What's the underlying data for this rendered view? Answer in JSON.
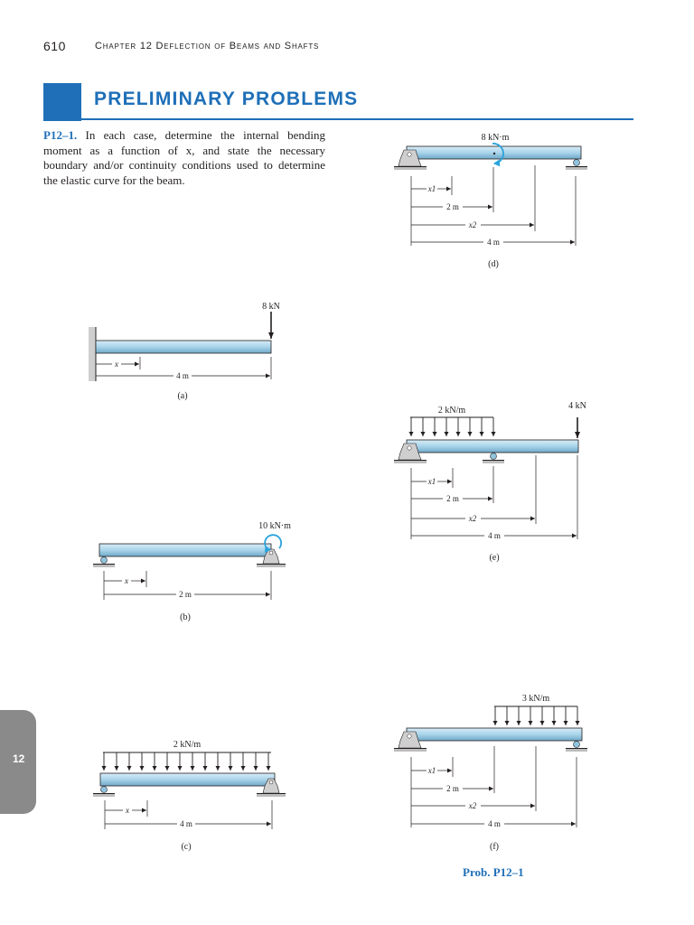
{
  "header": {
    "page_number": "610",
    "chapter": "Chapter 12   Deflection of Beams and Shafts"
  },
  "section": {
    "title": "PRELIMINARY PROBLEMS"
  },
  "problem": {
    "number": "P12–1.",
    "text": "In each case, determine the internal bending moment as a function of x, and state the necessary boundary and/or continuity conditions used to determine the elastic curve for the beam."
  },
  "caption": "Prob. P12–1",
  "side_tab": "12",
  "figures": {
    "a": {
      "label": "(a)",
      "load": "8 kN",
      "x": "x",
      "length": "4 m"
    },
    "b": {
      "label": "(b)",
      "moment": "10 kN·m",
      "x": "x",
      "length": "2 m"
    },
    "c": {
      "label": "(c)",
      "load": "2 kN/m",
      "x": "x",
      "length": "4 m"
    },
    "d": {
      "label": "(d)",
      "moment": "8 kN·m",
      "x1": "x1",
      "x2": "x2",
      "dim_short": "2 m",
      "dim_long": "4 m"
    },
    "e": {
      "label": "(e)",
      "dist_load": "2 kN/m",
      "point_load": "4 kN",
      "x1": "x1",
      "x2": "x2",
      "dim_short": "2 m",
      "dim_long": "4 m"
    },
    "f": {
      "label": "(f)",
      "dist_load": "3 kN/m",
      "x1": "x1",
      "x2": "x2",
      "dim_short": "2 m",
      "dim_long": "4 m"
    }
  },
  "colors": {
    "accent": "#1e6fb8",
    "beam": "#a9d4ea",
    "tab": "#8a8a8a"
  }
}
